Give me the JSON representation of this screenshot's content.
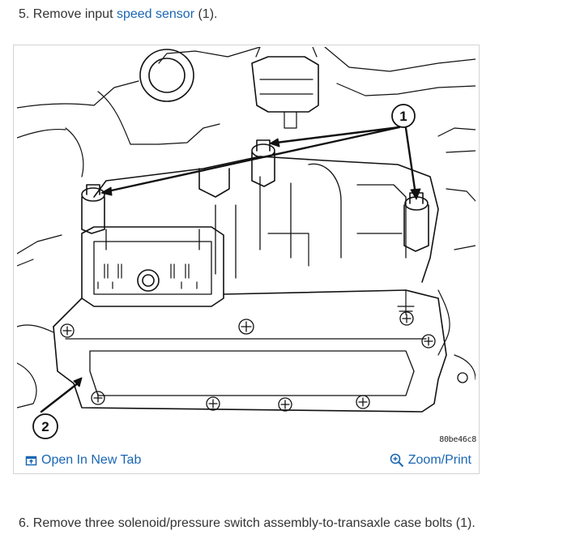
{
  "steps": {
    "step5": {
      "prefix": "5. Remove input ",
      "link": "speed sensor",
      "suffix": " (1)."
    },
    "step6": {
      "text": "6. Remove three solenoid/pressure switch assembly-to-transaxle case bolts (1)."
    }
  },
  "figure": {
    "callout_1": "1",
    "callout_2": "2",
    "code": "80be46c8",
    "open_tab_label": "Open In New Tab",
    "zoom_label": "Zoom/Print",
    "open_tab_icon": "open-in-new-tab-icon",
    "zoom_icon": "magnifier-plus-icon"
  },
  "colors": {
    "link": "#1a66b3",
    "text": "#333333",
    "border": "#d4d4d4"
  }
}
